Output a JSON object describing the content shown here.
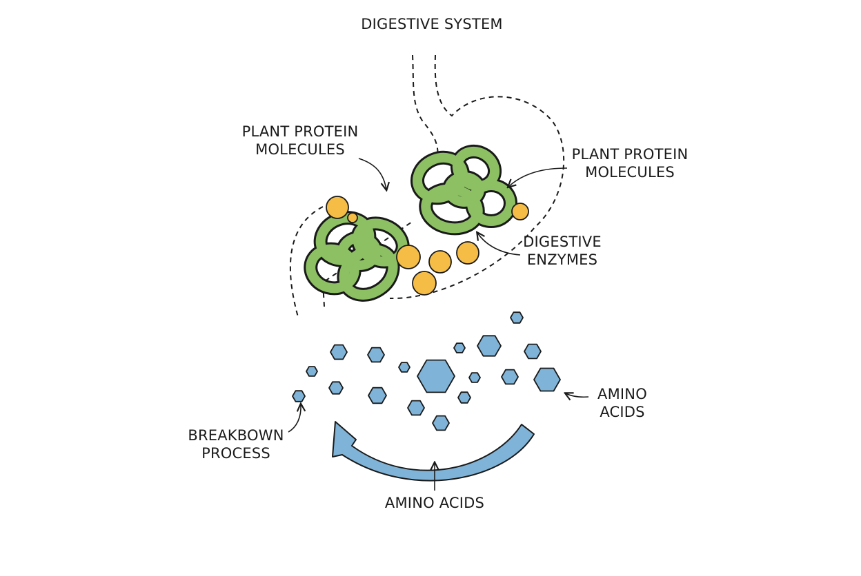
{
  "title": "DIGESTIVE SYSTEM",
  "labels": {
    "protein_left": [
      "PLANT PROTEIN",
      "MOLECULES"
    ],
    "protein_right": [
      "PLANT PROTEIN",
      "MOLECULES"
    ],
    "enzymes": [
      "DIGESTIVE",
      "ENZYMES"
    ],
    "amino_right": [
      "AMINO",
      "ACIDS"
    ],
    "breakdown": [
      "BREAKBOWN",
      "PROCESS"
    ],
    "amino_bottom": "AMINO ACIDS"
  },
  "colors": {
    "protein_green": "#8cc063",
    "enzyme_orange": "#f5bd45",
    "amino_blue": "#7fb4d8",
    "outline": "#1a1a1a"
  }
}
